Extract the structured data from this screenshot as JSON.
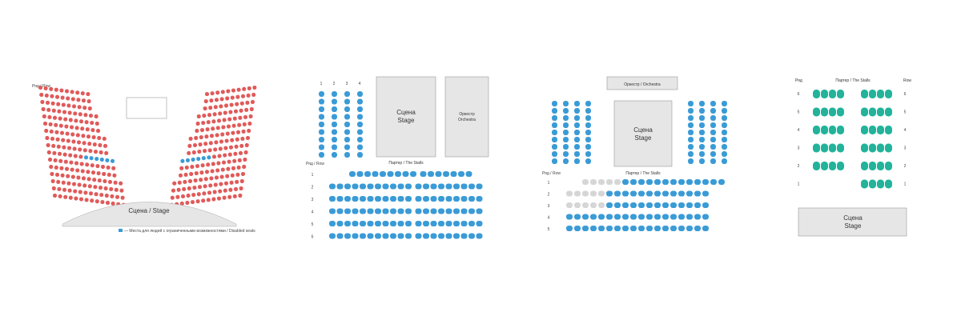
{
  "colors": {
    "red": "#e05a5a",
    "blue": "#3a9bd6",
    "teal": "#22b39a",
    "stage": "#e6e6e6",
    "grey": "#d6d6d6"
  },
  "plan1": {
    "row_label": "Ряд / Row",
    "stage": "Сцена / Stage",
    "legend": "— Места для людей с ограниченными возможностями / Disabled seats"
  },
  "plan2": {
    "stage_ru": "Сцена",
    "stage_en": "Stage",
    "orchestra_ru": "Оркестр",
    "orchestra_en": "Orchestra",
    "stalls": "Партер / The Stalls",
    "row_label": "Ряд / Row",
    "rows": [
      "1",
      "2",
      "3",
      "4",
      "5",
      "6"
    ],
    "col_nums": [
      "1",
      "2",
      "3",
      "4"
    ]
  },
  "plan3": {
    "orchestra": "Оркестр / Orchestra",
    "stage_ru": "Сцена",
    "stage_en": "Stage",
    "stalls": "Партер / The Stalls",
    "row_label": "Ряд / Row",
    "rows": [
      "1",
      "2",
      "3",
      "4",
      "5"
    ]
  },
  "plan4": {
    "row_left": "Ряд",
    "stalls": "Партер / The Stalls",
    "row_right": "Row",
    "rows": [
      "6",
      "5",
      "4",
      "3",
      "2",
      "1"
    ],
    "stage_ru": "Сцена",
    "stage_en": "Stage"
  }
}
